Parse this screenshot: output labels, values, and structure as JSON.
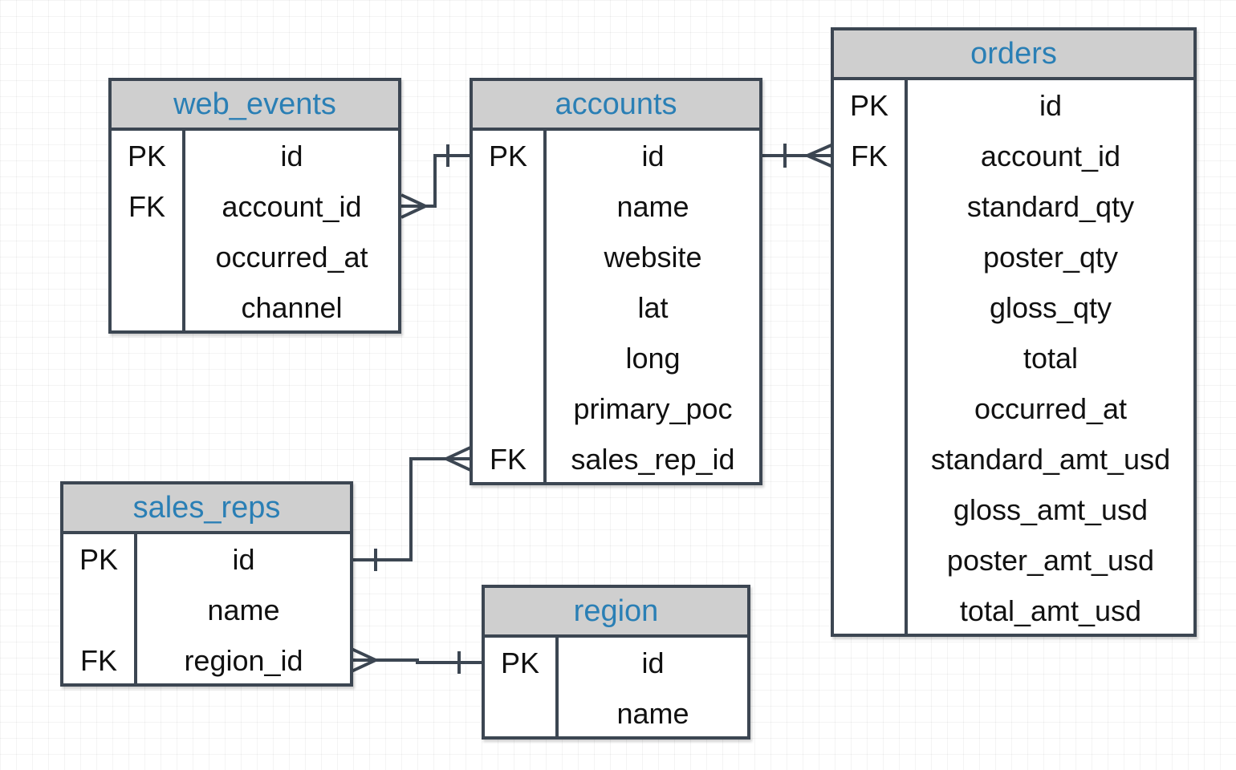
{
  "tables": {
    "web_events": {
      "title": "web_events",
      "rows": [
        {
          "key": "PK",
          "col": "id"
        },
        {
          "key": "FK",
          "col": "account_id"
        },
        {
          "key": "",
          "col": "occurred_at"
        },
        {
          "key": "",
          "col": "channel"
        }
      ]
    },
    "accounts": {
      "title": "accounts",
      "rows": [
        {
          "key": "PK",
          "col": "id"
        },
        {
          "key": "",
          "col": "name"
        },
        {
          "key": "",
          "col": "website"
        },
        {
          "key": "",
          "col": "lat"
        },
        {
          "key": "",
          "col": "long"
        },
        {
          "key": "",
          "col": "primary_poc"
        },
        {
          "key": "FK",
          "col": "sales_rep_id"
        }
      ]
    },
    "orders": {
      "title": "orders",
      "rows": [
        {
          "key": "PK",
          "col": "id"
        },
        {
          "key": "FK",
          "col": "account_id"
        },
        {
          "key": "",
          "col": "standard_qty"
        },
        {
          "key": "",
          "col": "poster_qty"
        },
        {
          "key": "",
          "col": "gloss_qty"
        },
        {
          "key": "",
          "col": "total"
        },
        {
          "key": "",
          "col": "occurred_at"
        },
        {
          "key": "",
          "col": "standard_amt_usd"
        },
        {
          "key": "",
          "col": "gloss_amt_usd"
        },
        {
          "key": "",
          "col": "poster_amt_usd"
        },
        {
          "key": "",
          "col": "total_amt_usd"
        }
      ]
    },
    "sales_reps": {
      "title": "sales_reps",
      "rows": [
        {
          "key": "PK",
          "col": "id"
        },
        {
          "key": "",
          "col": "name"
        },
        {
          "key": "FK",
          "col": "region_id"
        }
      ]
    },
    "region": {
      "title": "region",
      "rows": [
        {
          "key": "PK",
          "col": "id"
        },
        {
          "key": "",
          "col": "name"
        }
      ]
    }
  },
  "relationships": [
    {
      "from": "web_events.account_id",
      "to": "accounts.id",
      "type": "many-to-one"
    },
    {
      "from": "orders.account_id",
      "to": "accounts.id",
      "type": "many-to-one"
    },
    {
      "from": "accounts.sales_rep_id",
      "to": "sales_reps.id",
      "type": "many-to-one"
    },
    {
      "from": "sales_reps.region_id",
      "to": "region.id",
      "type": "many-to-one"
    }
  ],
  "colors": {
    "title_text": "#2a7fb5",
    "header_fill": "#cfcfcf",
    "border": "#3c4652"
  }
}
